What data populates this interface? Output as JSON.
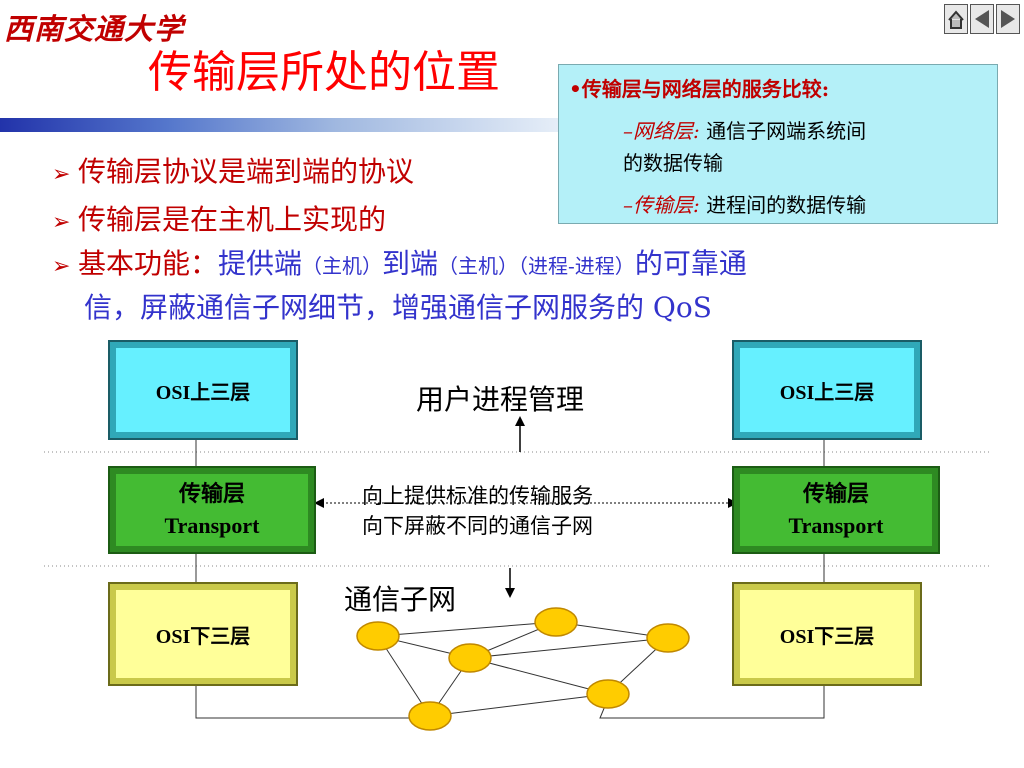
{
  "header": {
    "logo_text": "西南交通大学",
    "title": "传输层所处的位置"
  },
  "nav": {
    "icons": [
      "home-icon",
      "prev-icon",
      "next-icon"
    ]
  },
  "info_box": {
    "heading": "•传输层与网络层的服务比较:",
    "item1_label": "–网络层:",
    "item1_text_a": "通信子网端系统间",
    "item1_text_b": "的数据传输",
    "item2_label": "–传输层:",
    "item2_text": "进程间的数据传输"
  },
  "bullets": {
    "b1": "传输层协议是端到端的协议",
    "b2": "传输层是在主机上实现的",
    "b3_prefix": "基本功能：",
    "b3_a": "提供端",
    "b3_b": "（主机）",
    "b3_c": "到端",
    "b3_d": "（主机）（进程-进程）",
    "b3_e": "的可靠通",
    "b3_line2_a": "信",
    "b3_line2_b": "，屏蔽通信子网细节，增强通信子网服务的 QoS"
  },
  "diagram": {
    "left_upper": "OSI上三层",
    "right_upper": "OSI上三层",
    "left_transport_cn": "传输层",
    "left_transport_en": "Transport",
    "right_transport_cn": "传输层",
    "right_transport_en": "Transport",
    "left_lower": "OSI下三层",
    "right_lower": "OSI下三层",
    "user_process": "用户进程管理",
    "service_up": "向上提供标准的传输服务",
    "service_down": "向下屏蔽不同的通信子网",
    "subnet": "通信子网"
  },
  "colors": {
    "title": "#ff0000",
    "osi_upper": "#66f0ff",
    "transport": "#44bb33",
    "osi_lower": "#ffff99",
    "node": "#ffcc00",
    "info_box": "#b4f0f8"
  }
}
